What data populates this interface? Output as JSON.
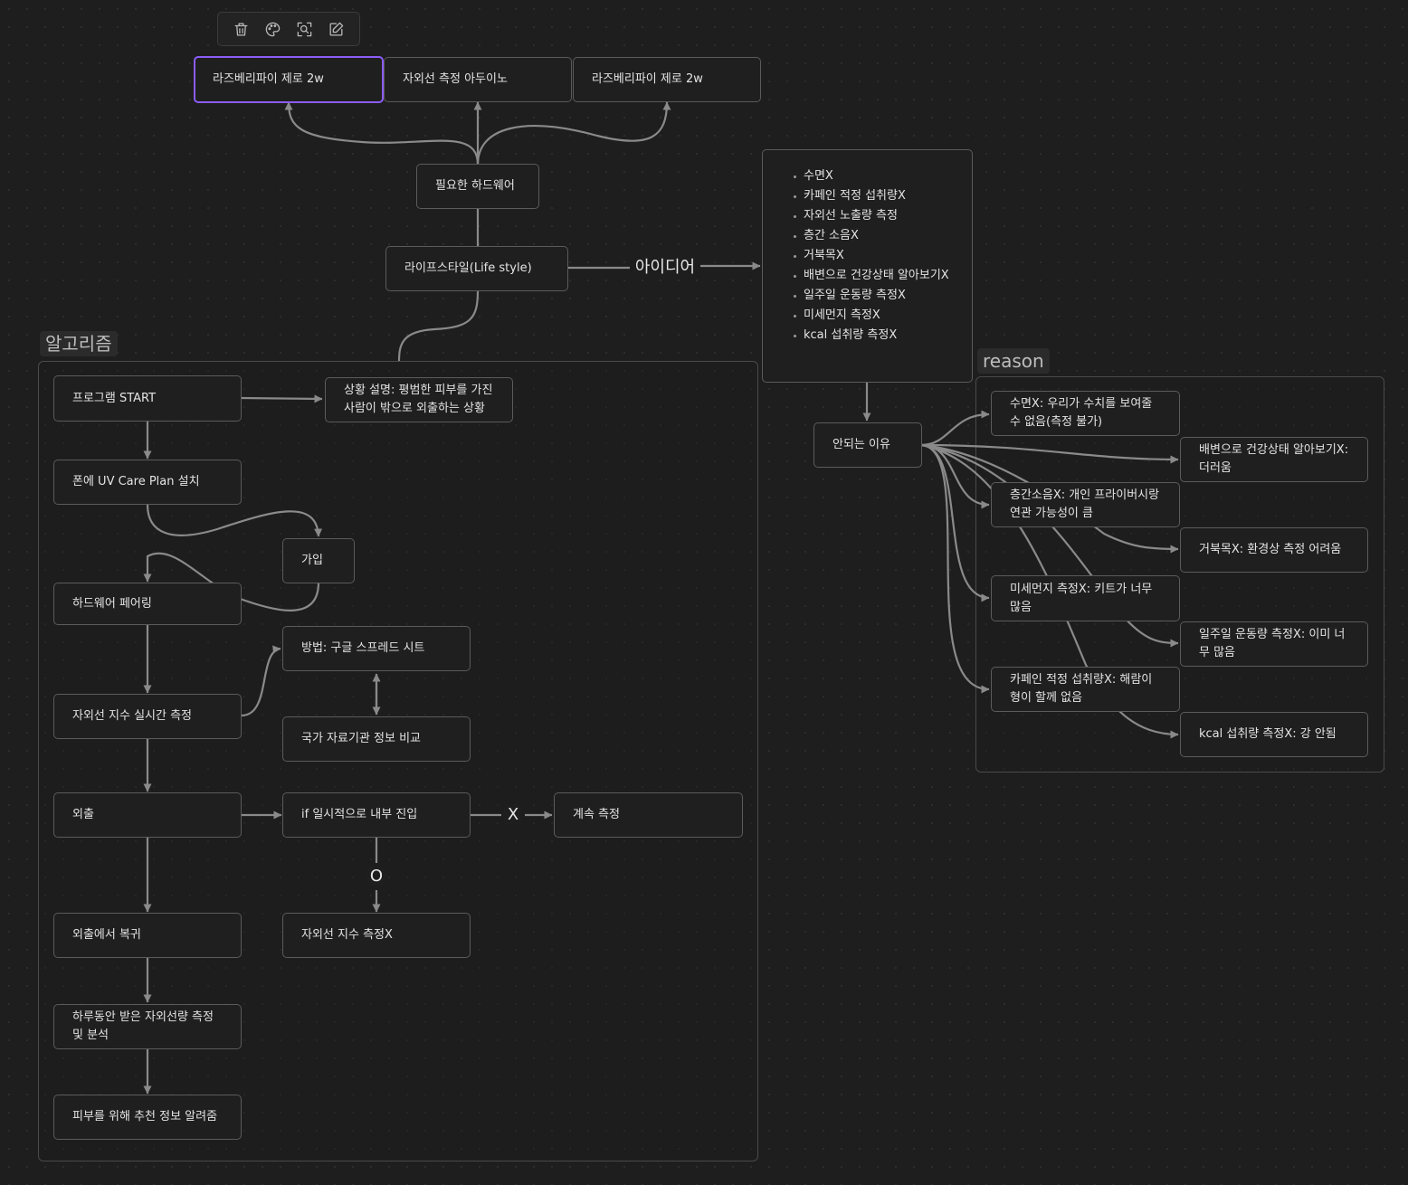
{
  "toolbar": {
    "icons": [
      "trash-icon",
      "palette-icon",
      "zoom-to-fit-icon",
      "edit-icon"
    ]
  },
  "groups": {
    "algorithm": "알고리즘",
    "reason": "reason"
  },
  "nodes": {
    "hw_rpi_1": "라즈베리파이 제로 2w",
    "hw_uv_arduino": "자외선 측정 아두이노",
    "hw_rpi_2": "라즈베리파이 제로 2w",
    "required_hw": "필요한 하드웨어",
    "lifestyle": "라이프스타일(Life style)",
    "ideas": [
      "수면X",
      "카페인 적정 섭취량X",
      "자외선 노출량 측정",
      "층간 소음X",
      "거북목X",
      "배변으로 건강상태 알아보기X",
      "일주일 운동량 측정X",
      "미세먼지 측정X",
      "kcal 섭취량 측정X"
    ],
    "why_not": "안되는 이유",
    "program_start": "프로그램 START",
    "situation": "상황 설명: 평범한 피부를 가진 사람이 밖으로 외출하는 상황",
    "install_app": "폰에 UV Care Plan 설치",
    "signup": "가입",
    "hw_pairing": "하드웨어 페어링",
    "uv_realtime": "자외선 지수 실시간 측정",
    "method": "방법: 구글 스프레드 시트",
    "compare_national": "국가 자료기관 정보 비교",
    "go_out": "외출",
    "if_indoor": "if 일시적으로 내부 진입",
    "keep_measuring": "계속 측정",
    "no_uv": "자외선 지수 측정X",
    "return_home": "외출에서 복귀",
    "daily_analysis": "하루동안 받은 자외선량 측정 및 분석",
    "recommend": "피부를 위해 추천 정보 알려줌",
    "r_sleep": "수면X: 우리가 수치를 보여줄수 없음(측정 불가)",
    "r_bowel": "배변으로 건강상태 알아보기X: 더러움",
    "r_noise": "층간소음X: 개인 프라이버시랑 연관 가능성이 큼",
    "r_neck": "거북목X: 환경상 측정 어려움",
    "r_dust": "미세먼지 측정X: 키트가 너무 많음",
    "r_exercise": "일주일 운동량 측정X: 이미 너무 많음",
    "r_caffeine": "카페인 적정 섭취량X: 해람이 형이 할께 없음",
    "r_kcal": "kcal 섭취량 측정X: 강 안됨"
  },
  "edge_labels": {
    "idea": "아이디어",
    "x": "X",
    "o": "O"
  },
  "colors": {
    "background": "#1e1e1e",
    "node_border": "#5b5b5b",
    "edge": "#8a8a8a",
    "selected": "#8b5cf6"
  }
}
